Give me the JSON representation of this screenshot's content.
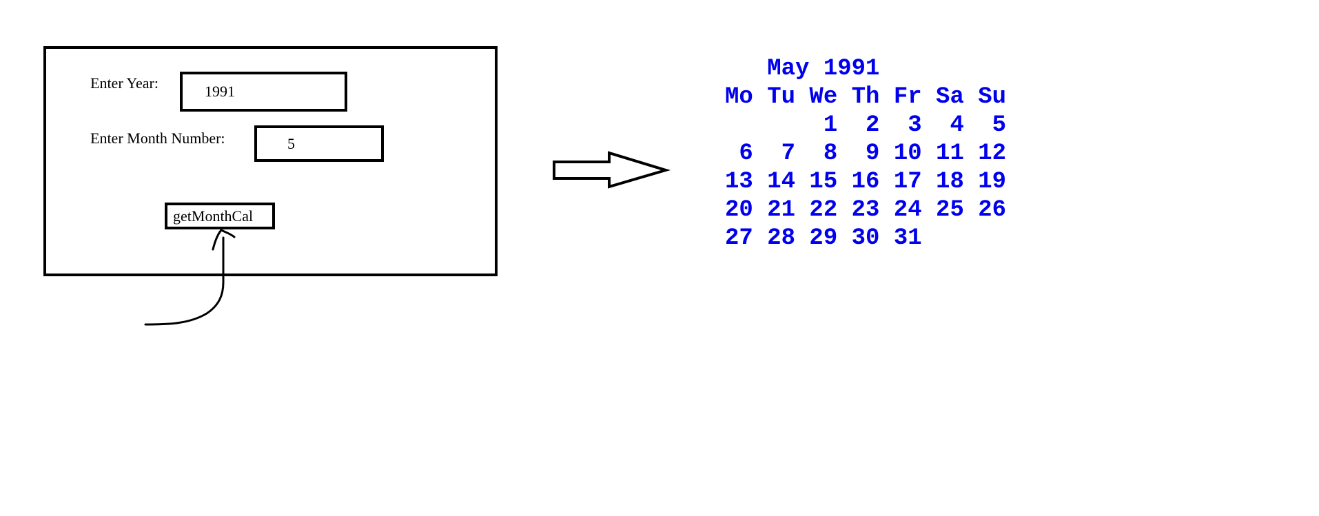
{
  "form": {
    "year_label": "Enter Year:",
    "year_value": "1991",
    "month_label": "Enter Month Number:",
    "month_value": "5",
    "button_label": "getMonthCal"
  },
  "calendar": {
    "lines": [
      "   May 1991",
      "Mo Tu We Th Fr Sa Su",
      "       1  2  3  4  5",
      " 6  7  8  9 10 11 12",
      "13 14 15 16 17 18 19",
      "20 21 22 23 24 25 26",
      "27 28 29 30 31"
    ]
  },
  "colors": {
    "calendar_text": "#0000ee",
    "outline": "#000000"
  },
  "icons": {
    "process_arrow": "right-arrow-icon",
    "pointer_arrow": "curved-pointer-arrow-icon"
  }
}
